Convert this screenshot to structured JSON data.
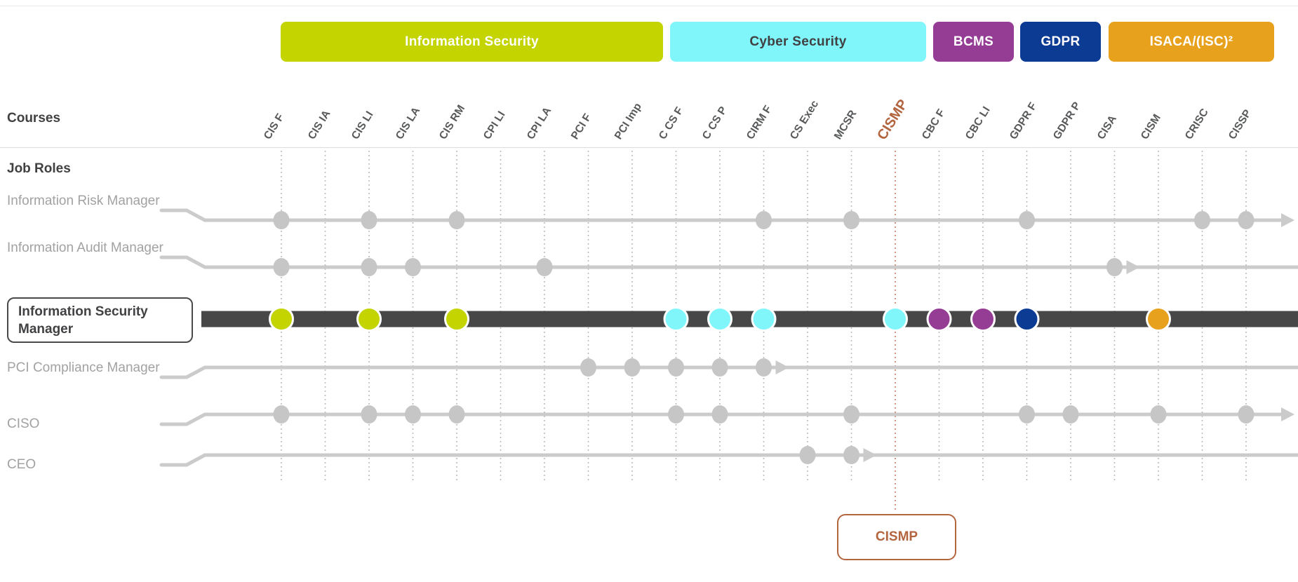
{
  "labels": {
    "courses": "Courses",
    "job_roles": "Job Roles"
  },
  "categories": [
    {
      "id": "infosec",
      "label": "Information Security",
      "color": "#c3d400",
      "text_color": "#ffffff"
    },
    {
      "id": "cyber",
      "label": "Cyber Security",
      "color": "#80f6fb",
      "text_color": "#414042"
    },
    {
      "id": "bcms",
      "label": "BCMS",
      "color": "#953d95",
      "text_color": "#ffffff"
    },
    {
      "id": "gdpr",
      "label": "GDPR",
      "color": "#0c3b94",
      "text_color": "#ffffff"
    },
    {
      "id": "isaca",
      "label": "ISACA/(ISC)²",
      "color": "#e8a11d",
      "text_color": "#ffffff"
    }
  ],
  "courses": [
    {
      "label": "CIS F",
      "category": "infosec"
    },
    {
      "label": "CIS IA",
      "category": "infosec"
    },
    {
      "label": "CIS LI",
      "category": "infosec"
    },
    {
      "label": "CIS LA",
      "category": "infosec"
    },
    {
      "label": "CIS RM",
      "category": "infosec"
    },
    {
      "label": "CPI LI",
      "category": "infosec"
    },
    {
      "label": "CPI LA",
      "category": "infosec"
    },
    {
      "label": "PCI F",
      "category": "infosec"
    },
    {
      "label": "PCI Imp",
      "category": "infosec"
    },
    {
      "label": "C CS F",
      "category": "cyber"
    },
    {
      "label": "C CS P",
      "category": "cyber"
    },
    {
      "label": "CIRM F",
      "category": "cyber"
    },
    {
      "label": "CS Exec",
      "category": "cyber"
    },
    {
      "label": "MCSR",
      "category": "cyber"
    },
    {
      "label": "CISMP",
      "category": "cyber",
      "highlight": true
    },
    {
      "label": "CBC F",
      "category": "bcms"
    },
    {
      "label": "CBC LI",
      "category": "bcms"
    },
    {
      "label": "GDPR F",
      "category": "gdpr"
    },
    {
      "label": "GDPR P",
      "category": "gdpr"
    },
    {
      "label": "CISA",
      "category": "isaca"
    },
    {
      "label": "CISM",
      "category": "isaca"
    },
    {
      "label": "CRISC",
      "category": "isaca"
    },
    {
      "label": "CISSP",
      "category": "isaca"
    }
  ],
  "job_roles": [
    {
      "label": "Information Risk Manager",
      "highlight": false,
      "dots": [
        "CIS F",
        "CIS LI",
        "CIS RM",
        "CIRM F",
        "MCSR",
        "GDPR F",
        "CRISC",
        "CISSP"
      ],
      "arrow": "end"
    },
    {
      "label": "Information Audit Manager",
      "highlight": false,
      "dots": [
        "CIS F",
        "CIS LI",
        "CIS LA",
        "CPI LA",
        "CISA"
      ],
      "arrow": "after-last-dot"
    },
    {
      "label": "Information Security Manager",
      "highlight": true,
      "dots": [
        "CIS F",
        "CIS LI",
        "CIS RM",
        "C CS F",
        "C CS P",
        "CIRM F",
        "CISMP",
        "CBC F",
        "CBC LI",
        "GDPR F",
        "CISM"
      ],
      "arrow": "none"
    },
    {
      "label": "PCI Compliance Manager",
      "highlight": false,
      "dots": [
        "PCI F",
        "PCI Imp",
        "C CS F",
        "C CS P",
        "CIRM F"
      ],
      "arrow": "after-last-dot"
    },
    {
      "label": "CISO",
      "highlight": false,
      "dots": [
        "CIS F",
        "CIS LI",
        "CIS LA",
        "CIS RM",
        "C CS F",
        "C CS P",
        "MCSR",
        "GDPR F",
        "GDPR P",
        "CISM",
        "CISSP"
      ],
      "arrow": "end"
    },
    {
      "label": "CEO",
      "highlight": false,
      "dots": [
        "CS Exec",
        "MCSR"
      ],
      "arrow": "after-last-dot"
    }
  ],
  "highlight_callout": {
    "label": "CISMP",
    "accent_color": "#b2653f",
    "dotted_color": "#c0694a"
  },
  "colors": {
    "gray_line": "#cbcbcb",
    "gray_dot": "#c7c6c6",
    "dark_line": "#474747",
    "dotted_gray": "#b3b3b3",
    "divider": "#dcdcdc",
    "label_dark": "#414042",
    "label_gray": "#a3a1a2"
  }
}
